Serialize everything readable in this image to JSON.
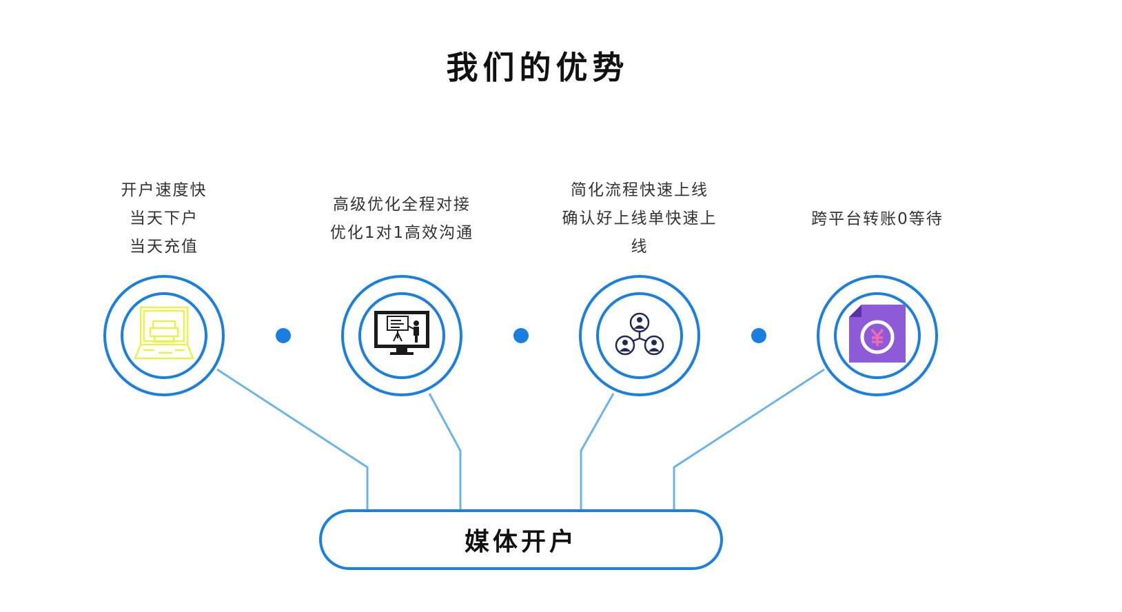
{
  "title": "我们的优势",
  "center_label": "媒体开户",
  "advantages": [
    {
      "lines": [
        "开户速度快",
        "当天下户",
        "当天充值"
      ],
      "icon": "laptop-icon"
    },
    {
      "lines": [
        "高级优化全程对接",
        "优化1对1高效沟通"
      ],
      "icon": "presentation-screen-icon"
    },
    {
      "lines": [
        "简化流程快速上线",
        "确认好上线单快速上",
        "线"
      ],
      "icon": "people-network-icon"
    },
    {
      "lines": [
        "跨平台转账0等待"
      ],
      "icon": "yuan-document-icon"
    }
  ],
  "colors": {
    "ring": "#1a7fe0",
    "connector": "#6ab4ea",
    "laptop_icon": "#e8f24a",
    "document_icon": "#8e5bd8",
    "yuan_symbol": "#f06bb0"
  }
}
